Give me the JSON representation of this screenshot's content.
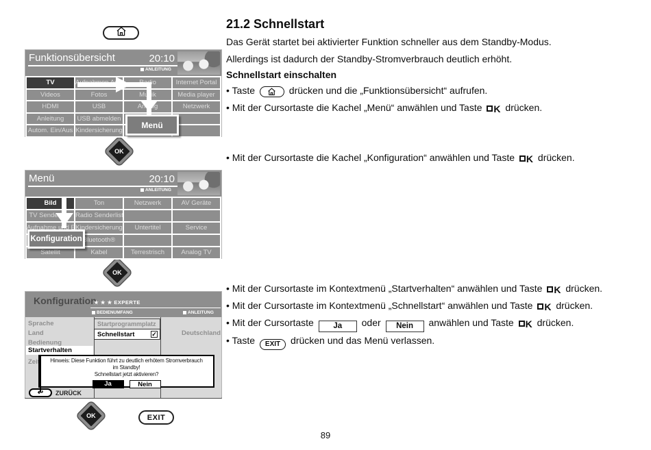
{
  "page_number": "89",
  "keys": {
    "ok": "OK",
    "ok_k": "K",
    "exit": "EXIT",
    "zurueck": "ZURÜCK"
  },
  "article": {
    "title": "21.2 Schnellstart",
    "para1": "Das Gerät startet bei aktivierter Funktion schneller aus dem Standby-Modus.",
    "para2": "Allerdings ist dadurch der Standby-Stromverbrauch deutlich erhöht.",
    "subheading": "Schnellstart einschalten",
    "bullet1_pre": "Taste",
    "bullet1_post": "drücken und die „Funktionsübersicht“ aufrufen.",
    "bullet2_pre": "Mit der Cursortaste die Kachel „Menü“ anwählen und Taste",
    "bullet2_post": "drücken.",
    "bullet3_pre": "Mit der Cursortaste die Kachel „Konfiguration“ anwählen und Taste",
    "bullet3_post": "drücken.",
    "bullet4_pre": "Mit der Cursortaste im Kontextmenü „Startverhalten“ anwählen und Taste",
    "bullet4_post": "drücken.",
    "bullet5_pre": "Mit der Cursortaste im Kontextmenü „Schnellstart“ anwählen und Taste",
    "bullet5_post": "drücken.",
    "bullet6_pre": "Mit der Cursortaste",
    "bullet6_ja": "Ja",
    "bullet6_mid": "oder",
    "bullet6_nein": "Nein",
    "bullet6_post": "anwählen und Taste",
    "bullet6_end": "drücken.",
    "bullet7_pre": "Taste",
    "bullet7_post": "drücken und das Menü verlassen."
  },
  "screen1": {
    "title": "Funktionsübersicht",
    "time": "20:10",
    "badge": "ANLEITUNG",
    "overlay": "Menü",
    "tiles": [
      "TV",
      "Aufnahmen Archiv",
      "Radio",
      "Internet Portal",
      "Videos",
      "Fotos",
      "Musik",
      "Media player",
      "HDMI",
      "USB",
      "Analog",
      "Netzwerk",
      "Anleitung",
      "USB abmelden",
      "",
      "",
      "Autom. Ein/Aus",
      "Kindersicherung",
      "",
      ""
    ]
  },
  "screen2": {
    "title": "Menü",
    "time": "20:10",
    "badge": "ANLEITUNG",
    "overlay": "Konfiguration",
    "tiles": [
      "Bild",
      "Ton",
      "Netzwerk",
      "AV Geräte",
      "TV Senderliste",
      "Radio Senderliste",
      "",
      "",
      "Aufnahme und EPG",
      "Kindersicherung",
      "Untertitel",
      "Service",
      "",
      "Bluetooth®",
      "",
      "",
      "Satellit",
      "Kabel",
      "Terrestrisch",
      "Analog TV"
    ]
  },
  "screen3": {
    "title": "Konfiguration",
    "level": "★ ★ ★ EXPERTE",
    "badge1": "BEDIENUMFANG",
    "badge2": "ANLEITUNG",
    "items": [
      "Sprache",
      "Land",
      "Bedienung",
      "Startverhalten",
      "Zeit"
    ],
    "land_value": "Deutschland",
    "mid_header": "Startprogrammplatz",
    "mid_item": "Schnellstart",
    "check": "✓",
    "dialog": {
      "line1": "Hinweis: Diese Funktion führt zu deutlich erhötem Stromverbrauch",
      "line2": "im Standby!",
      "line3": "Schnellstart jetzt aktivieren?",
      "ja": "Ja",
      "nein": "Nein"
    },
    "footer": "ZURÜCK"
  }
}
